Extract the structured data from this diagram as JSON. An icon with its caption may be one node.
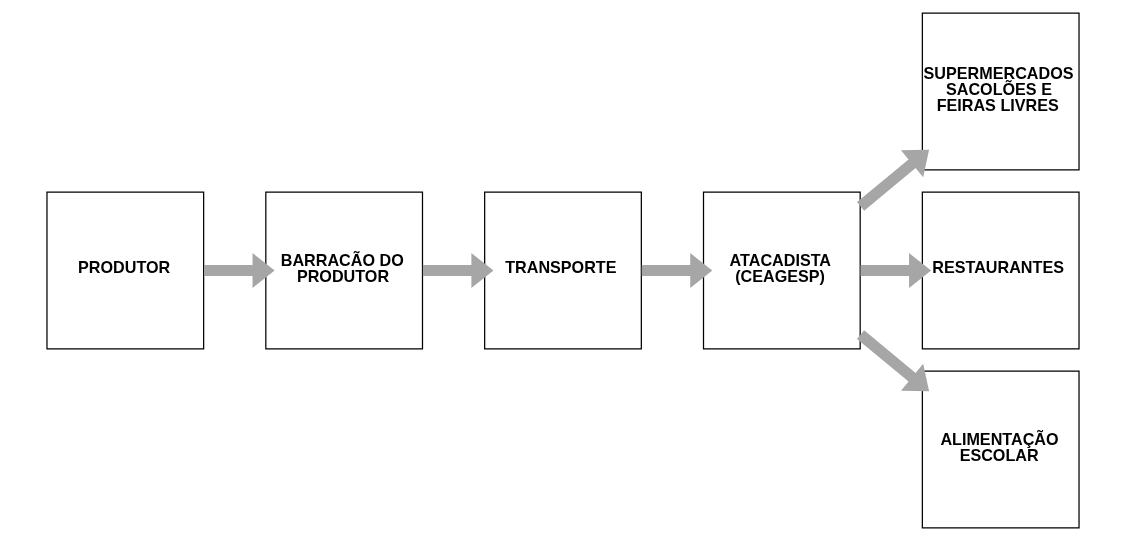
{
  "diagram": {
    "nodes": [
      {
        "text": [
          "PRODUTOR"
        ]
      },
      {
        "text": [
          "BARRACÃO DO PRODUTOR"
        ]
      },
      {
        "text": [
          "TRANSPORTE"
        ]
      },
      {
        "text": [
          "ATACADISTA (CEAGESP)"
        ]
      },
      {
        "text": [
          "SUPERMERCADOS SACOLÕES E FEIRAS LIVRES"
        ]
      },
      {
        "text": [
          "RESTAURANTES"
        ]
      },
      {
        "text": [
          "ALIMENTAÇÃO ESCOLAR"
        ]
      }
    ],
    "edges": [
      {
        "from": 0,
        "to": 1,
        "arrow": "to"
      },
      {
        "from": 1,
        "to": 2,
        "arrow": "to"
      },
      {
        "from": 2,
        "to": 3,
        "arrow": "to"
      },
      {
        "from": 3,
        "to": 4,
        "arrow": "to"
      },
      {
        "from": 3,
        "to": 5,
        "arrow": "to"
      },
      {
        "from": 3,
        "to": 6,
        "arrow": "to"
      }
    ]
  }
}
